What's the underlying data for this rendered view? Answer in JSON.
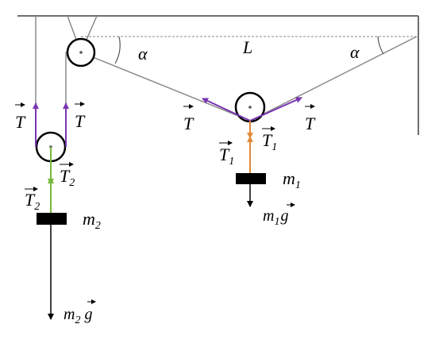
{
  "labels": {
    "alpha_left": "α",
    "alpha_right": "α",
    "length": "L",
    "tension_T": "T",
    "tension_T1": "T",
    "tension_T1_sub": "1",
    "tension_T2": "T",
    "tension_T2_sub": "2",
    "mass1": "m",
    "mass1_sub": "1",
    "mass2": "m",
    "mass2_sub": "2",
    "gravity_symbol": "g"
  },
  "colors": {
    "rope": "#8a8a8a",
    "frame": "#6e6e6e",
    "tension_T": "#7a35b0",
    "tension_T1": "#e08a3a",
    "tension_T2": "#78b83c",
    "mass_block": "#000000",
    "weight_arrow": "#000000"
  }
}
